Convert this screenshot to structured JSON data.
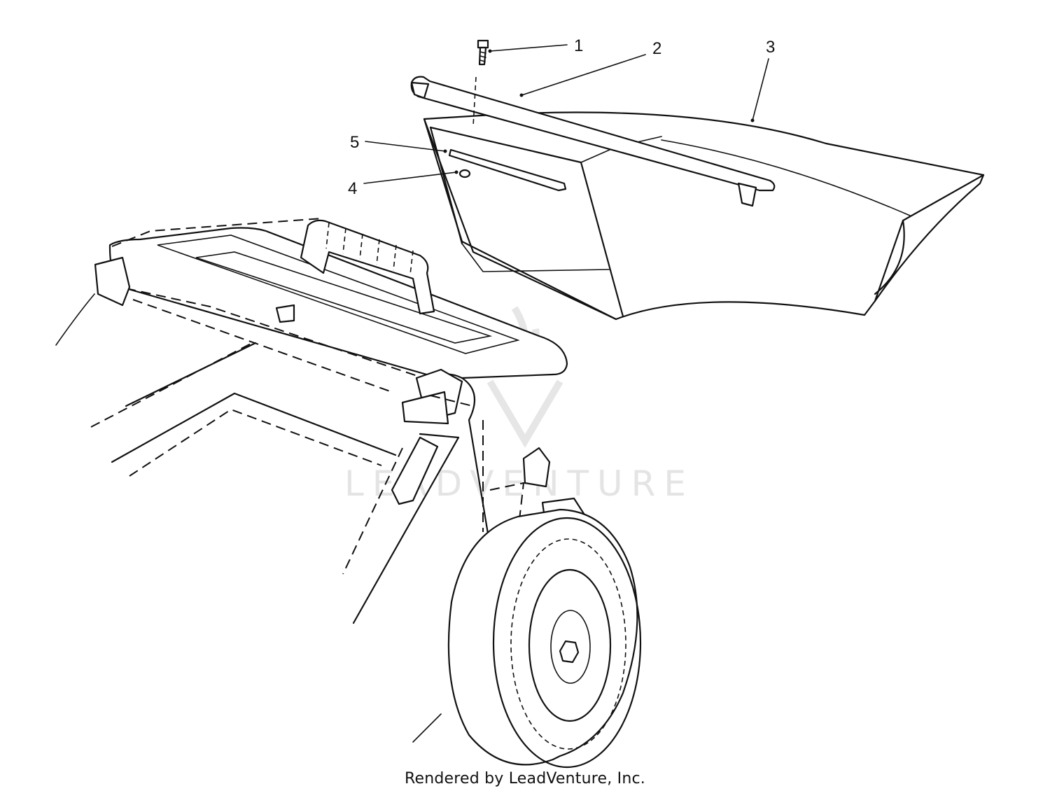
{
  "callouts": [
    {
      "id": "1",
      "label": "1"
    },
    {
      "id": "2",
      "label": "2"
    },
    {
      "id": "3",
      "label": "3"
    },
    {
      "id": "4",
      "label": "4"
    },
    {
      "id": "5",
      "label": "5"
    }
  ],
  "watermark": "LEADVENTURE",
  "credit": "Rendered by LeadVenture, Inc.",
  "colors": {
    "line": "#111111",
    "background": "#ffffff",
    "watermark": "#e4e4e4"
  }
}
